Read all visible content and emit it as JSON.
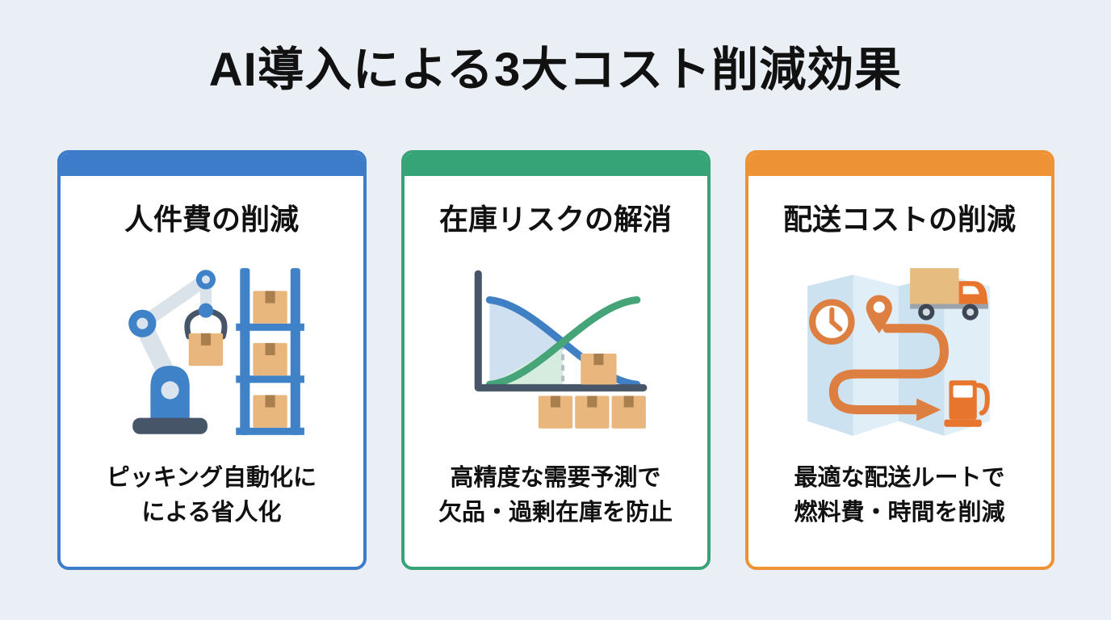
{
  "page": {
    "title": "AI導入による3大コスト削減効果"
  },
  "colors": {
    "background": "#e9eff5",
    "card_background": "#ffffff",
    "text": "#111111",
    "accent_blue": "#3d7cc9",
    "accent_green": "#36a476",
    "accent_orange": "#ee9335",
    "robot_blue": "#3f82c8",
    "machine_gray": "#dbe3ea",
    "joint_light": "#d9e4ee",
    "slate": "#475569",
    "box_tan": "#e9b77e",
    "box_tab": "#aa7f4e",
    "chart_blue": "#3f7fc4",
    "chart_green": "#45a579",
    "chart_blue_fill": "#cfe0f1",
    "chart_green_fill": "#d5ecdf",
    "dash_gray": "#b6bfc9",
    "map_panel_dark": "#cde2f0",
    "map_panel_light": "#e0eef8",
    "route_orange": "#dd7f41",
    "vivid_orange": "#e8752e",
    "truck_cargo_tan": "#e6bc80",
    "chassis_gray": "#9aa2ab",
    "wheel_dark": "#3d4654",
    "wheel_hub": "#d4dce2"
  },
  "cards": [
    {
      "title": "人件費の削減",
      "caption": [
        "ピッキング自動化に",
        "による省人化"
      ],
      "accent": "#3d7cc9",
      "icon": "robot-arm-picking-icon"
    },
    {
      "title": "在庫リスクの解消",
      "caption": [
        "高精度な需要予測で",
        "欠品・過剰在庫を防止"
      ],
      "accent": "#36a476",
      "icon": "demand-forecast-chart-icon"
    },
    {
      "title": "配送コストの削減",
      "caption": [
        "最適な配送ルートで",
        "燃料費・時間を削減"
      ],
      "accent": "#ee9335",
      "icon": "delivery-route-map-icon"
    }
  ]
}
